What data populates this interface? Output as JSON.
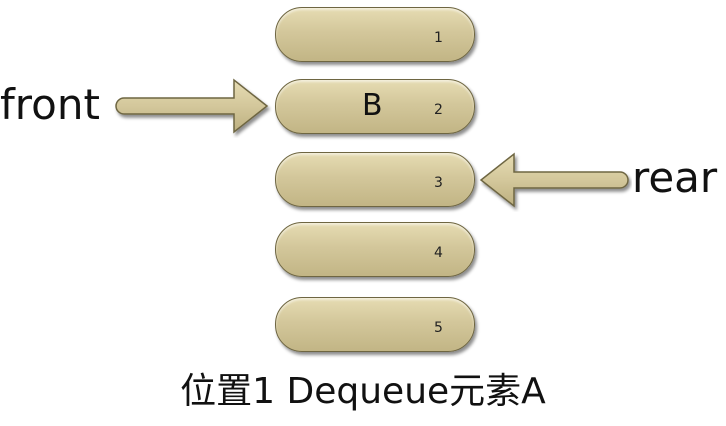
{
  "slots": [
    {
      "index": "1",
      "value": ""
    },
    {
      "index": "2",
      "value": "B"
    },
    {
      "index": "3",
      "value": ""
    },
    {
      "index": "4",
      "value": ""
    },
    {
      "index": "5",
      "value": ""
    }
  ],
  "pointers": {
    "front": "front",
    "rear": "rear"
  },
  "caption": "位置1 Dequeue元素A",
  "colors": {
    "slot_fill": "#d3c79b",
    "slot_border": "#6e6642",
    "text": "#111111"
  }
}
